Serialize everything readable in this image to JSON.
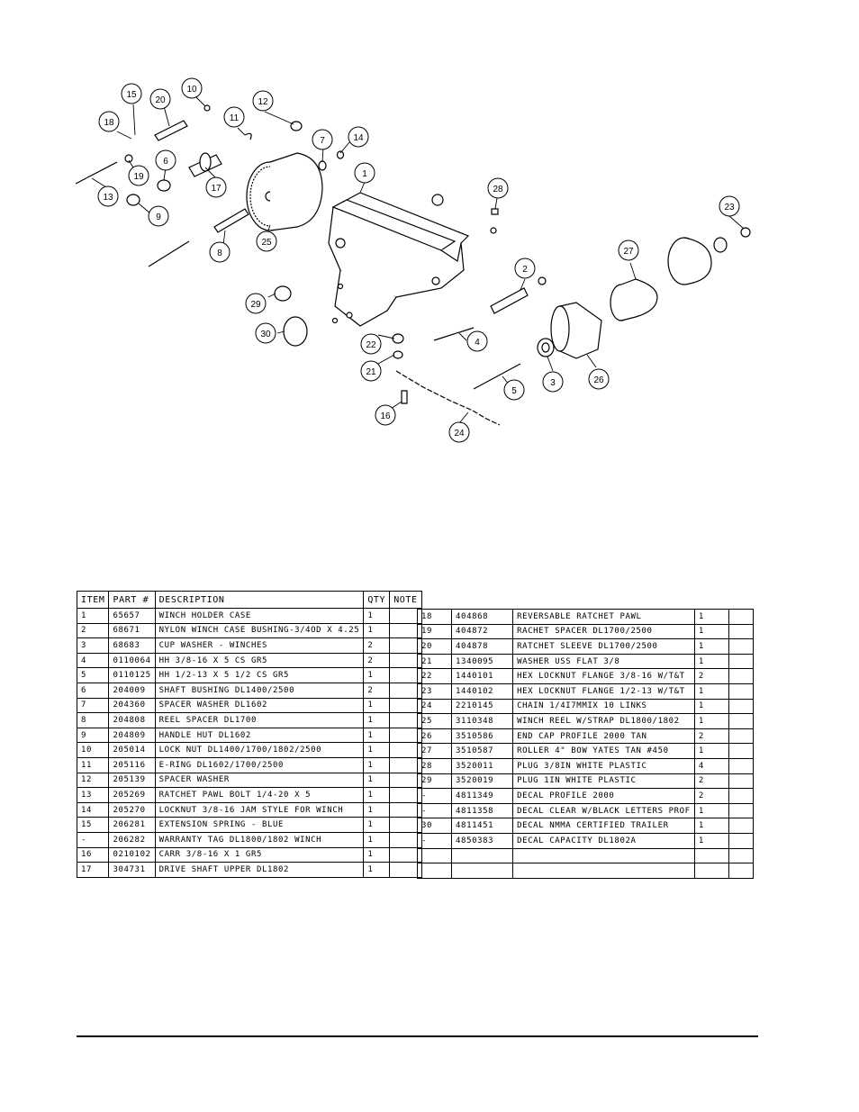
{
  "diagram": {
    "callouts": [
      "1",
      "2",
      "3",
      "4",
      "5",
      "6",
      "7",
      "8",
      "9",
      "10",
      "11",
      "12",
      "13",
      "14",
      "15",
      "16",
      "17",
      "18",
      "19",
      "20",
      "21",
      "22",
      "23",
      "24",
      "25",
      "26",
      "27",
      "28",
      "29",
      "30"
    ]
  },
  "table_left": {
    "headers": [
      "ITEM",
      "PART #",
      "DESCRIPTION",
      "QTY",
      "NOTE"
    ],
    "rows": [
      [
        "1",
        "65657",
        "WINCH HOLDER CASE",
        "1",
        ""
      ],
      [
        "2",
        "68671",
        "NYLON WINCH CASE BUSHING-3/4OD X 4.25",
        "1",
        ""
      ],
      [
        "3",
        "68683",
        "CUP WASHER - WINCHES",
        "2",
        ""
      ],
      [
        "4",
        "0110064",
        "HH 3/8-16 X 5 CS GR5",
        "2",
        ""
      ],
      [
        "5",
        "0110125",
        "HH 1/2-13 X 5 1/2 CS GR5",
        "1",
        ""
      ],
      [
        "6",
        "204009",
        "SHAFT BUSHING  DL1400/2500",
        "2",
        ""
      ],
      [
        "7",
        "204360",
        "SPACER WASHER  DL1602",
        "1",
        ""
      ],
      [
        "8",
        "204808",
        "REEL SPACER  DL1700",
        "1",
        ""
      ],
      [
        "9",
        "204809",
        "HANDLE HUT  DL1602",
        "1",
        ""
      ],
      [
        "10",
        "205014",
        "LOCK NUT  DL1400/1700/1802/2500",
        "1",
        ""
      ],
      [
        "11",
        "205116",
        "E-RING DL1602/1700/2500",
        "1",
        ""
      ],
      [
        "12",
        "205139",
        "SPACER WASHER",
        "1",
        ""
      ],
      [
        "13",
        "205269",
        "RATCHET PAWL BOLT 1/4-20 X 5",
        "1",
        ""
      ],
      [
        "14",
        "205270",
        "LOCKNUT 3/8-16 JAM STYLE FOR WINCH",
        "1",
        ""
      ],
      [
        "15",
        "206281",
        "EXTENSION SPRING - BLUE",
        "1",
        ""
      ],
      [
        "-",
        "206282",
        "WARRANTY TAG DL1800/1802 WINCH",
        "1",
        ""
      ],
      [
        "16",
        "0210102",
        "CARR 3/8-16 X 1 GR5",
        "1",
        ""
      ],
      [
        "17",
        "304731",
        "DRIVE SHAFT UPPER  DL1802",
        "1",
        ""
      ]
    ]
  },
  "table_right": {
    "rows": [
      [
        "18",
        "404868",
        "REVERSABLE RATCHET PAWL",
        "1",
        ""
      ],
      [
        "19",
        "404872",
        "RACHET SPACER  DL1700/2500",
        "1",
        ""
      ],
      [
        "20",
        "404878",
        "RATCHET SLEEVE  DL1700/2500",
        "1",
        ""
      ],
      [
        "21",
        "1340095",
        "WASHER USS FLAT 3/8",
        "1",
        ""
      ],
      [
        "22",
        "1440101",
        "HEX LOCKNUT FLANGE 3/8-16 W/T&T",
        "2",
        ""
      ],
      [
        "23",
        "1440102",
        "HEX LOCKNUT FLANGE 1/2-13 W/T&T",
        "1",
        ""
      ],
      [
        "24",
        "2210145",
        "CHAIN 1/4I7MMIX 10 LINKS",
        "1",
        ""
      ],
      [
        "25",
        "3110348",
        "WINCH REEL W/STRAP  DL1800/1802",
        "1",
        ""
      ],
      [
        "26",
        "3510586",
        "END CAP PROFILE 2000 TAN",
        "2",
        ""
      ],
      [
        "27",
        "3510587",
        "ROLLER 4\" BOW YATES TAN #450",
        "1",
        ""
      ],
      [
        "28",
        "3520011",
        "PLUG  3/8IN WHITE PLASTIC",
        "4",
        ""
      ],
      [
        "29",
        "3520019",
        "PLUG  1IN WHITE PLASTIC",
        "2",
        ""
      ],
      [
        "-",
        "4811349",
        "DECAL PROFILE 2000",
        "2",
        ""
      ],
      [
        "-",
        "4811358",
        "DECAL CLEAR W/BLACK LETTERS PROF",
        "1",
        ""
      ],
      [
        "30",
        "4811451",
        " DECAL NMMA CERTIFIED TRAILER",
        "1",
        ""
      ],
      [
        "-",
        "4850383",
        "DECAL CAPACITY DL1802A",
        "1",
        ""
      ],
      [
        "",
        "",
        "",
        "",
        ""
      ],
      [
        "",
        "",
        "",
        "",
        ""
      ]
    ]
  }
}
